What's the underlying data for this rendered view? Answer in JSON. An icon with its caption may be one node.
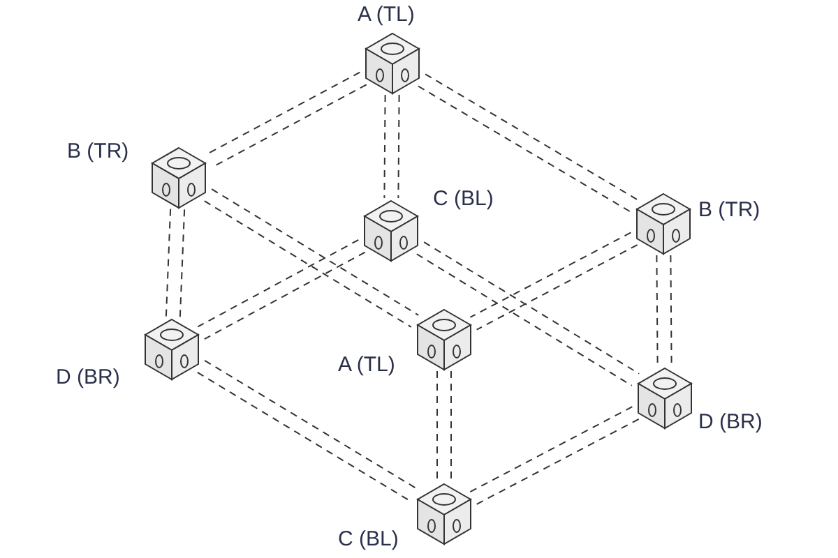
{
  "diagram": {
    "nodes": [
      {
        "text": [],
        "shape": "picture",
        "beside": [
          "A (TL)"
        ]
      },
      {
        "text": [],
        "shape": "picture",
        "beside": [
          "B (TR)"
        ]
      },
      {
        "text": [],
        "shape": "picture",
        "beside": [
          "B (TR)"
        ]
      },
      {
        "text": [],
        "shape": "picture",
        "beside": [
          "C (BL)"
        ]
      },
      {
        "text": [],
        "shape": "picture",
        "beside": [
          "A (TL)"
        ]
      },
      {
        "text": [],
        "shape": "picture",
        "beside": [
          "D (BR)"
        ]
      },
      {
        "text": [],
        "shape": "picture",
        "beside": [
          "D (BR)"
        ]
      },
      {
        "text": [],
        "shape": "picture",
        "beside": [
          "C (BL)"
        ]
      }
    ],
    "edges": [
      {
        "from": 0,
        "to": 1,
        "arrow": "none",
        "style": "dashed"
      },
      {
        "from": 0,
        "to": 2,
        "arrow": "none",
        "style": "dashed"
      },
      {
        "from": 1,
        "to": 4,
        "arrow": "none",
        "style": "dashed"
      },
      {
        "from": 2,
        "to": 4,
        "arrow": "none",
        "style": "dashed"
      },
      {
        "from": 3,
        "to": 5,
        "arrow": "none",
        "style": "dashed"
      },
      {
        "from": 3,
        "to": 6,
        "arrow": "none",
        "style": "dashed"
      },
      {
        "from": 5,
        "to": 7,
        "arrow": "none",
        "style": "dashed"
      },
      {
        "from": 6,
        "to": 7,
        "arrow": "none",
        "style": "dashed"
      },
      {
        "from": 0,
        "to": 3,
        "arrow": "none",
        "style": "dashed"
      },
      {
        "from": 1,
        "to": 5,
        "arrow": "none",
        "style": "dashed"
      },
      {
        "from": 2,
        "to": 6,
        "arrow": "none",
        "style": "dashed"
      },
      {
        "from": 4,
        "to": 7,
        "arrow": "none",
        "style": "dashed"
      }
    ]
  }
}
